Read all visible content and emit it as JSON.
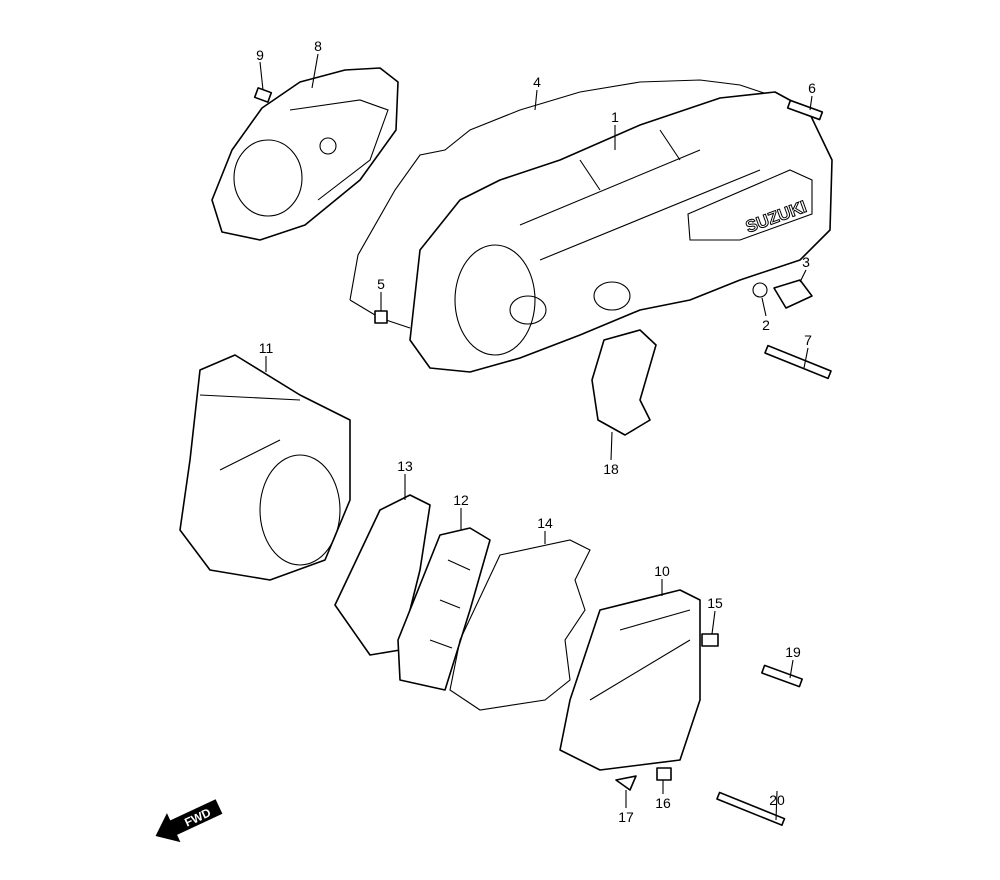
{
  "diagram": {
    "brand_mark": "SUZUKI",
    "direction_indicator": "FWD",
    "part_labels": {
      "p1": "1",
      "p2": "2",
      "p3": "3",
      "p4": "4",
      "p5": "5",
      "p6": "6",
      "p7": "7",
      "p8": "8",
      "p9": "9",
      "p10": "10",
      "p11": "11",
      "p12": "12",
      "p13": "13",
      "p14": "14",
      "p15": "15",
      "p16": "16",
      "p17": "17",
      "p18": "18",
      "p19": "19",
      "p20": "20"
    }
  }
}
